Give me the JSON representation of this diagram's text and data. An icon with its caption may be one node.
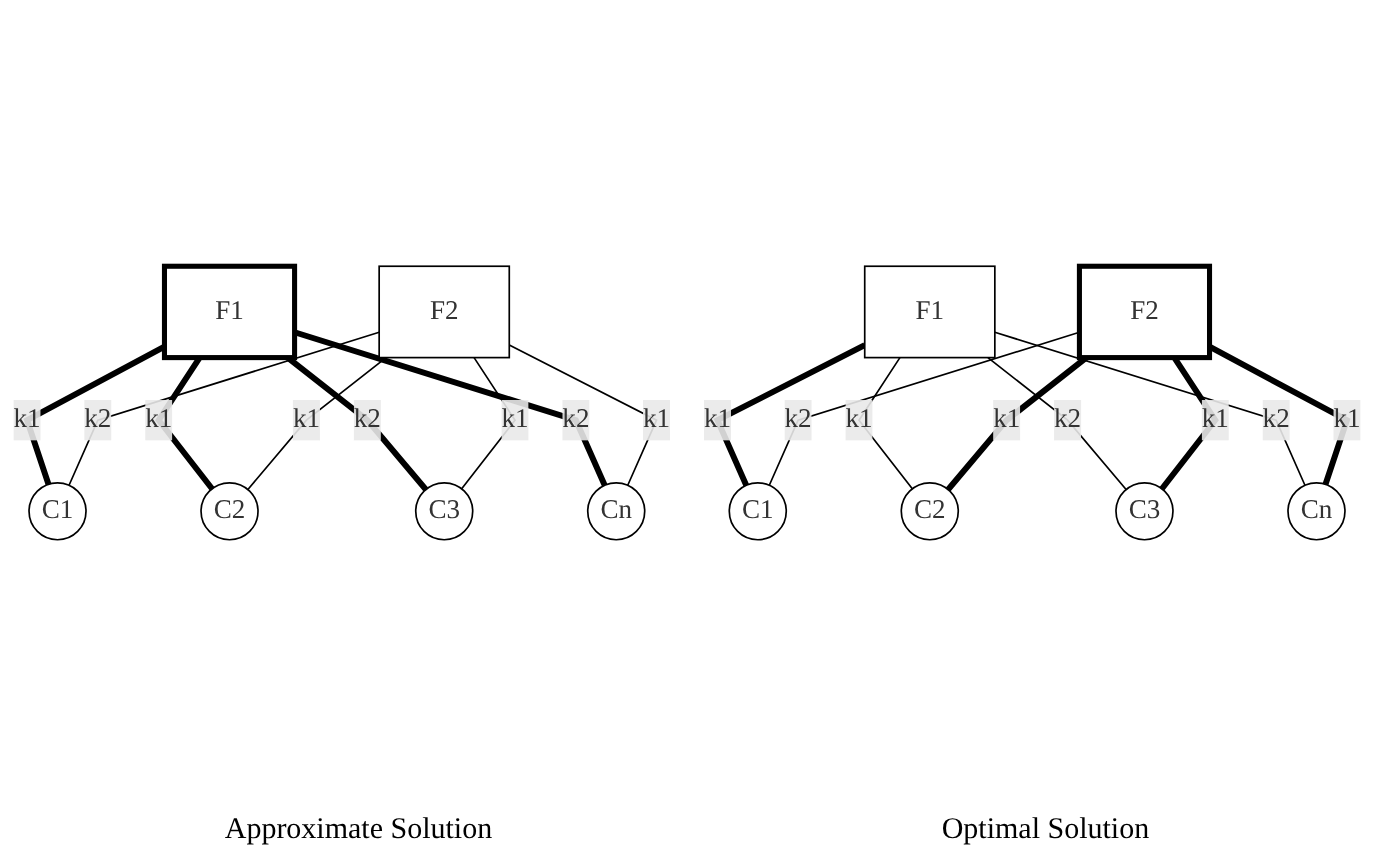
{
  "diagram": {
    "nodes": [
      {
        "text": [
          "F1"
        ]
      },
      {
        "text": [
          "F2"
        ]
      },
      {
        "text": [
          "C1"
        ]
      },
      {
        "text": [
          "C2"
        ]
      },
      {
        "text": [
          "C3"
        ]
      },
      {
        "text": [
          "Cn"
        ]
      },
      {
        "text": [
          "F1"
        ]
      },
      {
        "text": [
          "F2"
        ]
      },
      {
        "text": [
          "C1"
        ]
      },
      {
        "text": [
          "C2"
        ]
      },
      {
        "text": [
          "C3"
        ]
      },
      {
        "text": [
          "Cn"
        ]
      }
    ],
    "edges": [
      {
        "from": 0,
        "to": 2,
        "arrow": "none",
        "label": "k1",
        "style": "thick"
      },
      {
        "from": 0,
        "to": 3,
        "arrow": "none",
        "label": "k1",
        "style": "thick"
      },
      {
        "from": 0,
        "to": 4,
        "arrow": "none",
        "label": "k2",
        "style": "thick"
      },
      {
        "from": 0,
        "to": 5,
        "arrow": "none",
        "label": "k2",
        "style": "thick"
      },
      {
        "from": 1,
        "to": 2,
        "arrow": "none",
        "label": "k2"
      },
      {
        "from": 1,
        "to": 3,
        "arrow": "none",
        "label": "k1"
      },
      {
        "from": 1,
        "to": 4,
        "arrow": "none",
        "label": "k1"
      },
      {
        "from": 1,
        "to": 5,
        "arrow": "none",
        "label": "k1"
      },
      {
        "from": 6,
        "to": 8,
        "arrow": "none",
        "label": "k1",
        "style": "thick"
      },
      {
        "from": 7,
        "to": 8,
        "arrow": "none",
        "label": "k2"
      },
      {
        "from": 6,
        "to": 9,
        "arrow": "none",
        "label": "k1"
      },
      {
        "from": 7,
        "to": 9,
        "arrow": "none",
        "label": "k1",
        "style": "thick"
      },
      {
        "from": 6,
        "to": 10,
        "arrow": "none",
        "label": "k2"
      },
      {
        "from": 7,
        "to": 10,
        "arrow": "none",
        "label": "k1",
        "style": "thick"
      },
      {
        "from": 6,
        "to": 11,
        "arrow": "none",
        "label": "k2"
      },
      {
        "from": 7,
        "to": 11,
        "arrow": "none",
        "label": "k1",
        "style": "thick"
      }
    ],
    "labels": [
      "Approximate Solution",
      "Optimal Solution"
    ]
  }
}
